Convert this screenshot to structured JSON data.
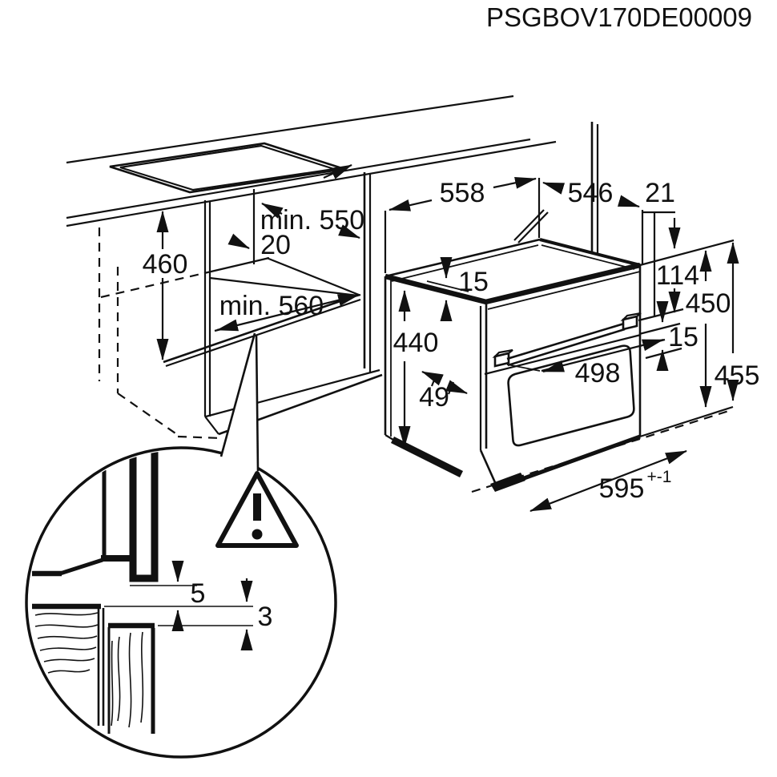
{
  "title": "PSGBOV170DE00009",
  "colors": {
    "ink": "#111111",
    "background": "#ffffff"
  },
  "icons": {
    "warning-icon": "!"
  },
  "diagram": {
    "cabinet": {
      "niche_height": "460",
      "niche_depth_min": "min. 550",
      "rear_clearance": "20",
      "niche_width_min": "min. 560"
    },
    "oven": {
      "top_width": "558",
      "top_depth": "546",
      "top_clearance": "21",
      "top_recess": "15",
      "front_panel_height": "114",
      "niche_front_height": "450",
      "handle_clearance": "15",
      "body_height": "440",
      "handle_side_inset": "49",
      "handle_length": "498",
      "total_height": "455",
      "front_width": "595",
      "front_width_tolerance": "+-1"
    },
    "detail": {
      "door_to_panel_gap": "5",
      "panel_step": "3"
    }
  }
}
